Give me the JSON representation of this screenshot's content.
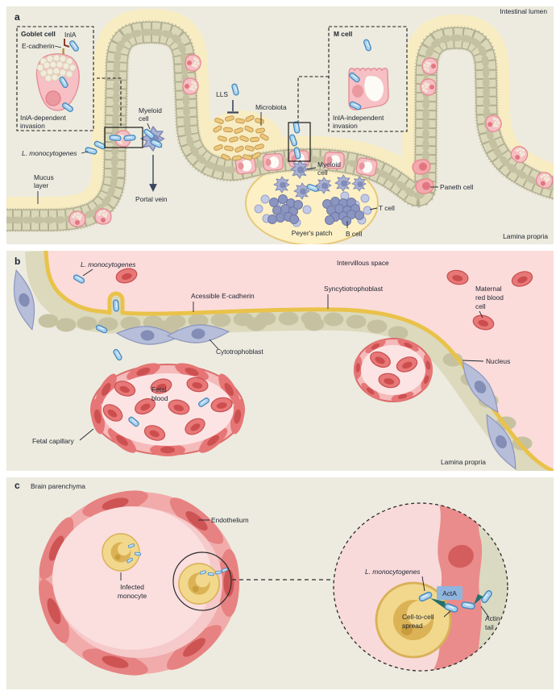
{
  "figure": {
    "panel_a": {
      "letter": "a",
      "intestinal_lumen": "Intestinal lumen",
      "lamina_propria": "Lamina propria",
      "goblet_inset": {
        "title": "Goblet cell",
        "inla": "InlA",
        "e_cadherin": "E-cadherin",
        "caption_line1": "InlA-dependent",
        "caption_line2": "invasion"
      },
      "m_inset": {
        "title": "M cell",
        "caption_line1": "InlA-independent",
        "caption_line2": "invasion"
      },
      "l_monocytogenes": "L. monocytogenes",
      "mucus_line1": "Mucus",
      "mucus_line2": "layer",
      "myeloid_line1": "Myeloid",
      "myeloid_line2": "cell",
      "portal_vein": "Portal vein",
      "lls": "LLS",
      "microbiota": "Microbiota",
      "myeloid2_line1": "Myeloid",
      "myeloid2_line2": "cell",
      "paneth_cell": "Paneth cell",
      "t_cell": "T cell",
      "b_cell": "B cell",
      "peyers_patch": "Peyer's patch"
    },
    "panel_b": {
      "letter": "b",
      "l_monocytogenes": "L. monocytogenes",
      "intervillous_space": "Intervillous space",
      "syncytiotrophoblast": "Syncytiotrophoblast",
      "accessible_e_cadherin": "Acessible E-cadherin",
      "maternal_rbc_line1": "Maternal",
      "maternal_rbc_line2": "red blood",
      "maternal_rbc_line3": "cell",
      "cytotrophoblast": "Cytotrophoblast",
      "nucleus": "Nucleus",
      "fetal_blood_line1": "Fetal",
      "fetal_blood_line2": "blood",
      "fetal_capillary": "Fetal capillary",
      "lamina_propria": "Lamina propria"
    },
    "panel_c": {
      "letter": "c",
      "brain_parenchyma": "Brain parenchyma",
      "endothelium": "Endothelium",
      "infected_monocyte_line1": "Infected",
      "infected_monocyte_line2": "monocyte",
      "l_monocytogenes": "L. monocytogenes",
      "acta": "ActA",
      "cell_to_cell_line1": "Cell-to-cell",
      "cell_to_cell_line2": "spread",
      "actin_tail_line1": "Actin",
      "actin_tail_line2": "tail"
    },
    "colors": {
      "panel_bg": "#edebdf",
      "mucus": "#f8ecc3",
      "epithelium": "#dbd8ba",
      "bacterium": "#a9d2ef",
      "bacterium_border": "#4a88bb",
      "goblet_pink": "#f5bfc3",
      "microbiota": "#ecc87e",
      "myeloid": "#a9b2d3",
      "t_cell": "#c3cae5",
      "b_cell": "#8b95c0",
      "rbc": "#e87878",
      "intervillous_pink": "#fbdcdb",
      "syncytio_band": "#dcd9bd",
      "syncytio_surface": "#e9c24a",
      "spindle_cell": "#b6bed9",
      "monocyte": "#f1d88c",
      "acta_box": "#8ab6e2",
      "actin_tail": "#256f6d",
      "label_text": "#1e2430"
    }
  }
}
